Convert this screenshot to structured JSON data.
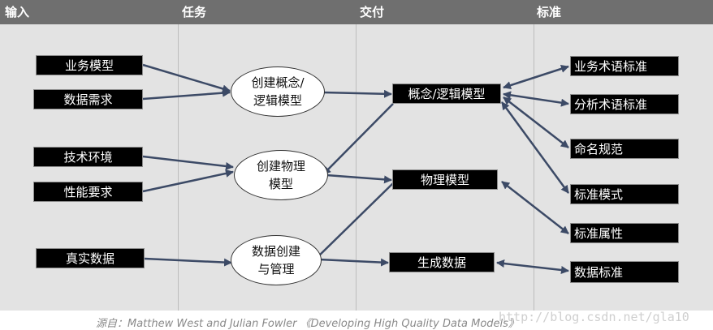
{
  "header": {
    "col1": "输入",
    "col2": "任务",
    "col3": "交付",
    "col4": "标准"
  },
  "inputs": {
    "business_model": "业务模型",
    "data_requirements": "数据需求",
    "tech_environment": "技术环境",
    "performance_requirements": "性能要求",
    "real_data": "真实数据"
  },
  "tasks": {
    "create_conceptual_logical": "创建概念/\n逻辑模型",
    "create_physical": "创建物理\n模型",
    "create_manage_data": "数据创建\n与管理"
  },
  "deliverables": {
    "conceptual_logical_model": "概念/逻辑模型",
    "physical_model": "物理模型",
    "generated_data": "生成数据"
  },
  "standards": {
    "business_terms": "业务术语标准",
    "analysis_terms": "分析术语标准",
    "naming": "命名规范",
    "standard_patterns": "标准模式",
    "standard_attributes": "标准属性",
    "data_standards": "数据标准"
  },
  "footer": {
    "source": "源自：Matthew West and Julian Fowler 《Developing High Quality Data Models》",
    "watermark": "http://blog.csdn.net/gla10"
  },
  "colors": {
    "header_bg": "#6f6f6f",
    "body_bg": "#e3e3e3",
    "box_bg": "#000000",
    "arrow": "#3c4a66"
  }
}
